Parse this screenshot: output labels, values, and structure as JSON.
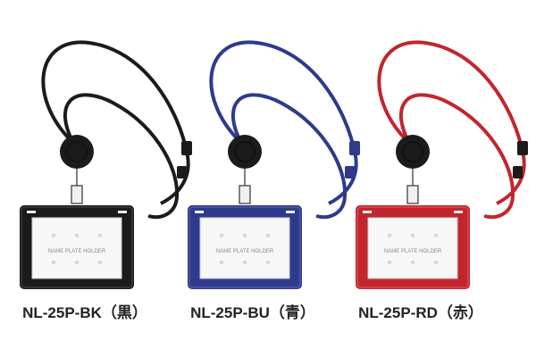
{
  "products": [
    {
      "label": "NL-25P-BK（黒）",
      "color": "#1b1b1b",
      "highlight": "#3a3a3a",
      "card_text": "NAME PLATE HOLDER"
    },
    {
      "label": "NL-25P-BU（青）",
      "color": "#2e3a8c",
      "highlight": "#4b57a8",
      "card_text": "NAME PLATE HOLDER"
    },
    {
      "label": "NL-25P-RD（赤）",
      "color": "#c1262e",
      "highlight": "#d9484f",
      "card_text": "NAME PLATE HOLDER"
    }
  ]
}
